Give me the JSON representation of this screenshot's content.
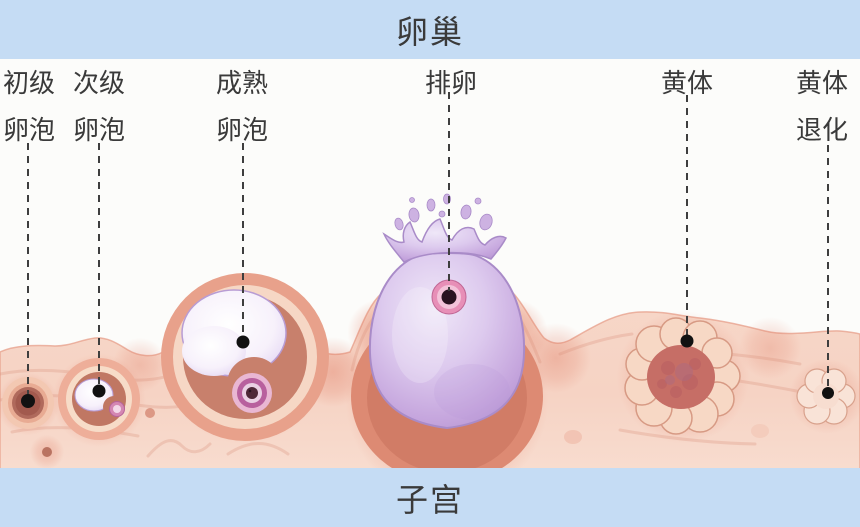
{
  "diagram": {
    "type": "biology-diagram",
    "subject": "ovarian-cycle",
    "top_banner": {
      "title": "卵巢"
    },
    "bottom_banner": {
      "title": "子宫"
    },
    "stages": [
      {
        "name": "primary-follicle",
        "line1": "初级",
        "line2": "卵泡"
      },
      {
        "name": "secondary-follicle",
        "line1": "次级",
        "line2": "卵泡"
      },
      {
        "name": "mature-follicle",
        "line1": "成熟",
        "line2": "卵泡"
      },
      {
        "name": "ovulation",
        "line1": "排卵",
        "line2": ""
      },
      {
        "name": "corpus-luteum",
        "line1": "黄体",
        "line2": ""
      },
      {
        "name": "corpus-luteum-degeneration",
        "line1": "黄体",
        "line2": "退化"
      }
    ],
    "colors": {
      "banner_bg": "#c5dcf4",
      "text": "#3a3a3a",
      "tissue_light": "#f8ddd0",
      "tissue_salmon": "#f0ab97",
      "tissue_deep": "#dd8a73",
      "follicle_lavender": "#cdb2e2",
      "antrum_white": "#f7f2fb",
      "oocyte_pink": "#d487b2",
      "leader_line": "#3e3e3e"
    }
  }
}
